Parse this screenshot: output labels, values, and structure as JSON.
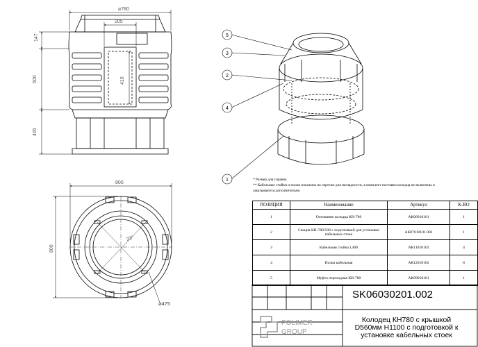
{
  "dimensions": {
    "diameter_top": "⌀780",
    "width_205": "205",
    "height_147": "147",
    "height_500": "500",
    "height_410": "410",
    "height_405": "405",
    "width_800": "800",
    "height_800": "800",
    "angle": "33°",
    "diameter_475": "⌀475"
  },
  "callouts": [
    "5",
    "3",
    "2",
    "4",
    "1"
  ],
  "notes": {
    "line1": "* Размер для справок",
    "line2": "** Кабельные стойки и полки показаны на чертеже для наглядности, в комплект поставки колодца  не включены и",
    "line3": "заказываются дополнительно"
  },
  "spec_table": {
    "headers": [
      "ПОЗИЦИЯ",
      "Наименование",
      "Артикул",
      "К-ВО"
    ],
    "rows": [
      [
        "1",
        "Основание колодца КН-780",
        "АК06010101",
        "1"
      ],
      [
        "2",
        "Секция КН-780/500 с подготовкой для установки кабельных стоек",
        "АК07010101.002",
        "1"
      ],
      [
        "3",
        "Кабельная стойка L400",
        "АК11010103",
        "4"
      ],
      [
        "4",
        "Полка кабельная",
        "АК12010102",
        "8"
      ],
      [
        "5",
        "Муфта переходная КН-780",
        "АК09010101",
        "1"
      ]
    ]
  },
  "title_block": {
    "code": "SK06030201.002",
    "description_line1": "Колодец КН780 с крышкой",
    "description_line2": "D560мм Н1100 с подготовкой к",
    "description_line3": "установке кабельных стоек",
    "logo_line1": "POLIMER",
    "logo_line2": "GROUP"
  }
}
